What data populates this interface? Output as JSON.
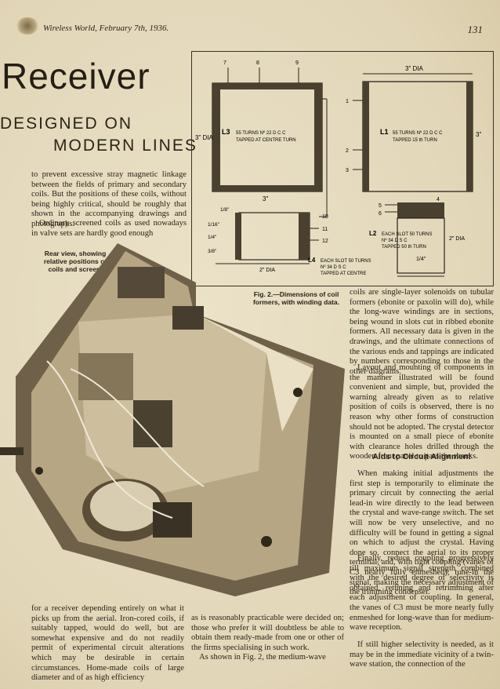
{
  "header": {
    "running_head": "Wireless World, February 7th, 1936.",
    "page_number": "131"
  },
  "title": {
    "main": "Receiver",
    "sub_line1": "DESIGNED ON",
    "sub_line2": "MODERN LINES"
  },
  "intro_paragraph": "to prevent excessive stray magnetic linkage between the fields of primary and secondary coils. But the positions of these coils, without being highly critical, should be roughly that shown in the accompanying drawings and photographs.",
  "ordinary_paragraph": "Ordinary screened coils as used nowadays in valve sets are hardly good enough",
  "photo_caption": "Rear view, showing relative positions of coils and screen.",
  "figure_caption": "Fig. 2.—Dimensions of coil formers, with winding data.",
  "diagram": {
    "l3_label": "L3",
    "l3_text_1": "55 TURNS Nº 22 D C C",
    "l3_text_2": "TAPPED AT CENTRE TURN",
    "l1_label": "L1",
    "l1_text_1": "55 TURNS Nº 22 D C C",
    "l1_text_2": "TAPPED 15 th TURN",
    "l2_label": "L2",
    "l2_text_1": "EACH SLOT 50 TURNS",
    "l2_text_2": "Nº 34 D S C",
    "l2_text_3": "TAPPED 50 th TURN",
    "l4_label": "L4",
    "l4_text_1": "EACH SLOT 50 TURNS",
    "l4_text_2": "Nº 34 D S C",
    "l4_text_3": "TAPPED AT CENTRE",
    "dim_3dia_left": "3\" DIA",
    "dim_3_left_bottom": "3\"",
    "dim_3dia_right_top": "3\" DIA",
    "dim_3_right_side": "3\"",
    "dim_2dia_left": "2\" DIA",
    "dim_2dia_right": "2\" DIA",
    "dim_1_8": "1/8\"",
    "dim_1_16": "1/16\"",
    "dim_1_4_left": "1/4\"",
    "dim_3_8": "3/8\"",
    "dim_1_4_right": "1/4\"",
    "terminals_top_left": [
      "7",
      "8",
      "9"
    ],
    "terminals_left_coil_right": [
      "10",
      "11",
      "12"
    ],
    "terminals_right_left": [
      "1",
      "2",
      "3"
    ],
    "terminals_l2": [
      "4",
      "5",
      "6"
    ]
  },
  "bottom_left_text": "for a receiver depending entirely on what it picks up from the aerial. Iron-cored coils, if suitably tapped, would do well, but are somewhat expensive and do not readily permit of experimental circuit alterations which may be desirable in certain circumstances. Home-made coils of large diameter and of as high efficiency",
  "bottom_middle_text_1": "as is reasonably practicable were decided on; those who prefer it will doubtless be able to obtain them ready-made from one or other of the firms specialising in such work.",
  "bottom_middle_text_2": "As shown in Fig. 2, the medium-wave",
  "right_col_1": "coils are single-layer solenoids on tubular formers (ebonite or paxolin will do), while the long-wave windings are in sections, being wound in slots cut in ribbed ebonite formers. All necessary data is given in the drawings, and the ultimate connections of the various ends and tappings are indicated by numbers corresponding to those in the other diagrams.",
  "right_col_2": "Layout and mounting of components in the manner illustrated will be found convenient and simple, but, provided the warning already given as to relative position of coils is observed, there is no reason why other forms of construction should not be adopted. The crystal detector is mounted on a small piece of ebonite with clearance holes drilled through the wooden front panel to pass the shanks.",
  "section_heading": "Aids to Circuit Alignment",
  "right_col_3": "When making initial adjustments the first step is temporarily to eliminate the primary circuit by connecting the aerial lead-in wire directly to the lead between the crystal and wave-range switch. The set will now be very unselective, and no difficulty will be found in getting a signal on which to adjust the crystal. Having done so, connect the aerial to its proper terminal, and, with tight coupling (vanes of C3 nearly fully enmeshed), tune-in the signal, making the necessary adjustment of the trimming condenser.",
  "right_col_4": "Finally, reduce coupling progressively till maximum signal strength combined with the desired degree of selectivity is obtained, retuning and retrimming after each adjustment of coupling. In general, the vanes of C3 must be more nearly fully enmeshed for long-wave than for medium-wave reception.",
  "right_col_5": "If still higher selectivity is needed, as it may be in the immediate vicinity of a twin-wave station, the connection of the"
}
